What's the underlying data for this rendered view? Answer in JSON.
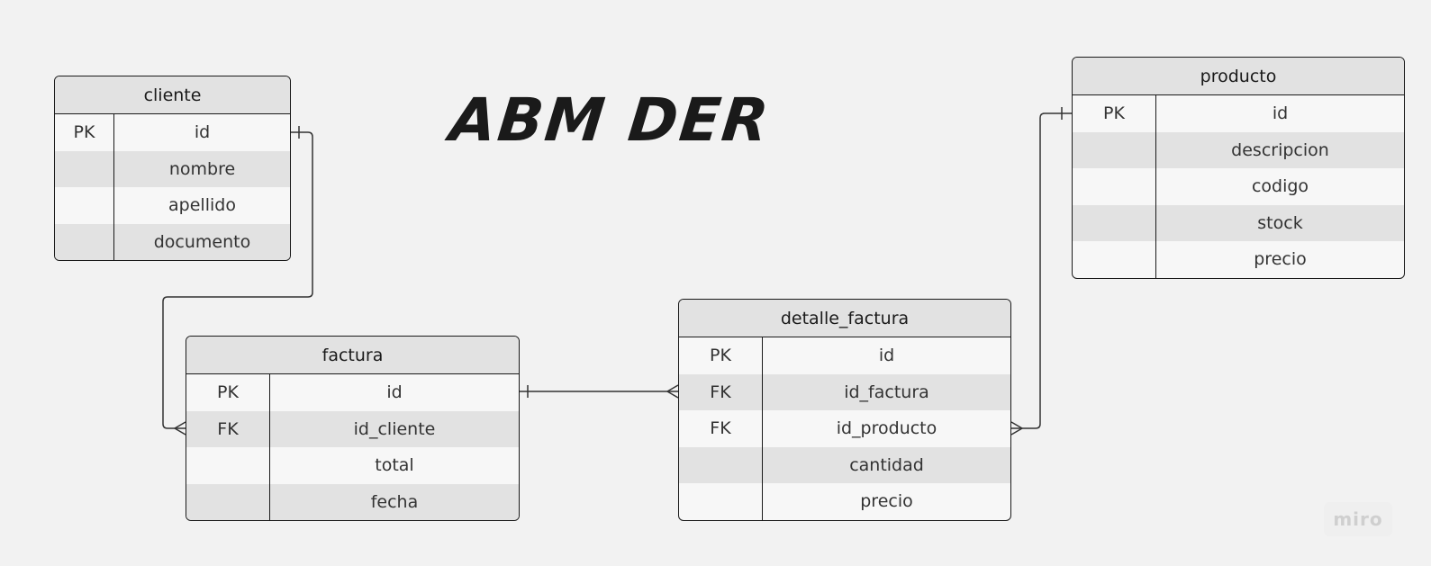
{
  "title": "ABM DER",
  "watermark": "miro",
  "entities": {
    "cliente": {
      "name": "cliente",
      "rows": [
        {
          "key": "PK",
          "field": "id"
        },
        {
          "key": "",
          "field": "nombre"
        },
        {
          "key": "",
          "field": "apellido"
        },
        {
          "key": "",
          "field": "documento"
        }
      ]
    },
    "factura": {
      "name": "factura",
      "rows": [
        {
          "key": "PK",
          "field": "id"
        },
        {
          "key": "FK",
          "field": "id_cliente"
        },
        {
          "key": "",
          "field": "total"
        },
        {
          "key": "",
          "field": "fecha"
        }
      ]
    },
    "detalle_factura": {
      "name": "detalle_factura",
      "rows": [
        {
          "key": "PK",
          "field": "id"
        },
        {
          "key": "FK",
          "field": "id_factura"
        },
        {
          "key": "FK",
          "field": "id_producto"
        },
        {
          "key": "",
          "field": "cantidad"
        },
        {
          "key": "",
          "field": "precio"
        }
      ]
    },
    "producto": {
      "name": "producto",
      "rows": [
        {
          "key": "PK",
          "field": "id"
        },
        {
          "key": "",
          "field": "descripcion"
        },
        {
          "key": "",
          "field": "codigo"
        },
        {
          "key": "",
          "field": "stock"
        },
        {
          "key": "",
          "field": "precio"
        }
      ]
    }
  },
  "colors": {
    "background": "#f2f2f2",
    "header": "#e2e2e2",
    "row_light": "#f7f7f7",
    "row_alt": "#e2e2e2",
    "stroke": "#1a1a1a"
  }
}
